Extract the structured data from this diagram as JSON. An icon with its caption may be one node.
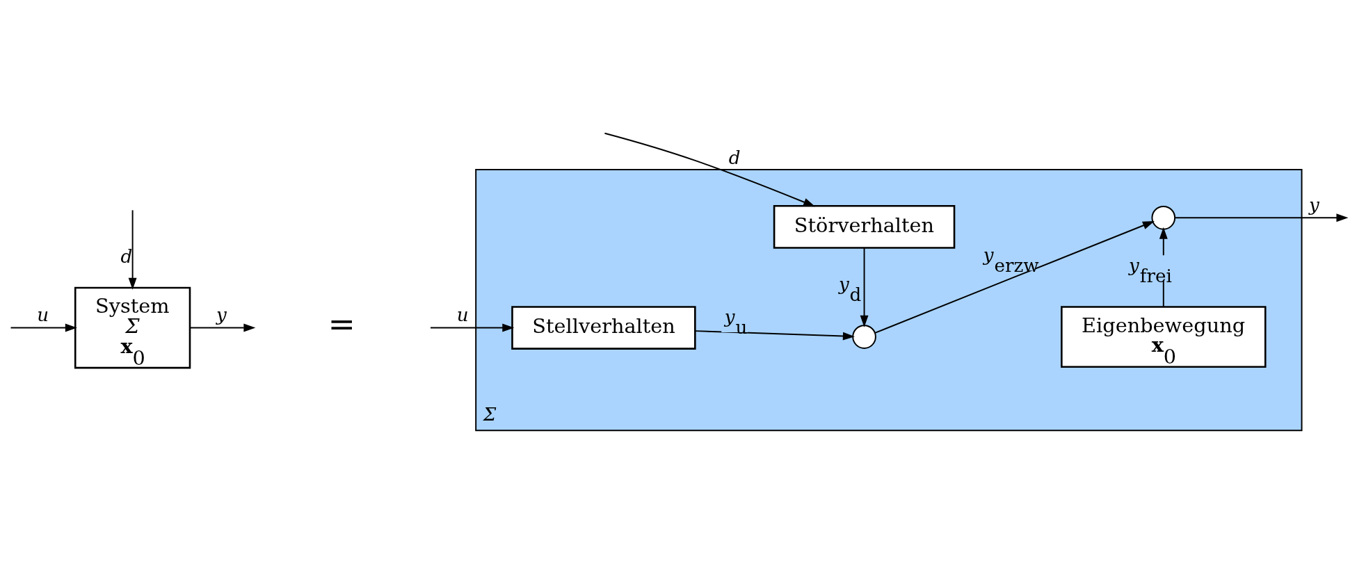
{
  "diagram": {
    "nodes": [
      {
        "text": [
          "System",
          "Σ",
          "**x**$_{0}$"
        ]
      },
      {
        "text": [
          "Σ"
        ]
      },
      {
        "text": [
          "Störverhalten"
        ],
        "in": 1
      },
      {
        "text": [
          "Stellverhalten"
        ],
        "in": 1
      },
      {
        "text": [],
        "shape": "circle",
        "in": 1
      },
      {
        "text": [],
        "shape": "circle",
        "in": 1
      },
      {
        "text": [
          "Eigenbewegung",
          "**x**$_{0}$"
        ],
        "in": 1
      }
    ],
    "edges": [
      {
        "from": null,
        "to": 0,
        "arrow": "to",
        "label": "d"
      },
      {
        "from": null,
        "to": 0,
        "arrow": "to",
        "label": "u"
      },
      {
        "from": 0,
        "to": null,
        "arrow": "to",
        "label": "y"
      },
      {
        "from": null,
        "to": 3,
        "arrow": "to",
        "label": "u"
      },
      {
        "from": null,
        "to": 2,
        "arrow": "to",
        "label": "d"
      },
      {
        "from": 3,
        "to": 4,
        "arrow": "to",
        "label": "y$_{u}$"
      },
      {
        "from": 2,
        "to": 4,
        "arrow": "to",
        "label": "y$_{d}$"
      },
      {
        "from": 4,
        "to": 5,
        "arrow": "to",
        "label": "y$_{erzw}$"
      },
      {
        "from": 6,
        "to": 5,
        "arrow": "to",
        "label": "y$_{frei}$"
      },
      {
        "from": 5,
        "to": null,
        "arrow": "to",
        "label": "y"
      }
    ],
    "labels": [
      "="
    ]
  }
}
